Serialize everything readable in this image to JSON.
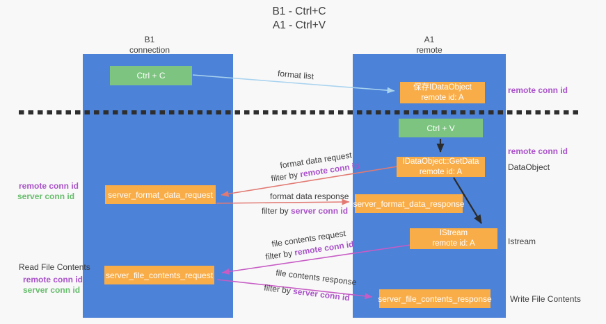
{
  "title": {
    "line1": "B1 - Ctrl+C",
    "line2": "A1 - Ctrl+V"
  },
  "columns": {
    "left": {
      "line1": "B1",
      "line2": "connection"
    },
    "right": {
      "line1": "A1",
      "line2": "remote"
    }
  },
  "nodes": {
    "ctrl_c": {
      "label": "Ctrl + C"
    },
    "ctrl_v": {
      "label": "Ctrl + V"
    },
    "save_dataobject": {
      "line1": "保存IDataObject",
      "line2": "remote id: A"
    },
    "getdata": {
      "line1": "IDataObject::GetData",
      "line2": "remote id: A"
    },
    "istream": {
      "line1": "IStream",
      "line2": "remote id: A"
    },
    "server_format_data_request": {
      "label": "server_format_data_request"
    },
    "server_format_data_response": {
      "label": "server_format_data_response"
    },
    "server_file_contents_request": {
      "label": "server_file_contents_request"
    },
    "server_file_contents_response": {
      "label": "server_file_contents_response"
    }
  },
  "arrow_labels": {
    "format_list": "format list",
    "format_data_request": "format data request",
    "format_data_response": "format data response",
    "file_contents_request": "file contents request",
    "file_contents_response": "file contents response",
    "filter_prefix": "filter by",
    "remote_conn_id": "remote conn id",
    "server_conn_id": "server conn id"
  },
  "side_labels": {
    "remote_conn_id_top_right": "remote conn id",
    "remote_conn_id_mid_right": "remote conn id",
    "dataobject": "DataObject",
    "istream": "Istream",
    "write_file_contents": "Write File Contents",
    "remote_conn_id_left_1": "remote conn id",
    "server_conn_id_left_1": "server conn id",
    "read_file_contents": "Read File Contents",
    "remote_conn_id_left_2": "remote conn id",
    "server_conn_id_left_2": "server conn id"
  },
  "colors": {
    "background": "#f8f8f8",
    "lifeline_blue": "#4c82d8",
    "node_green": "#7cc47f",
    "node_orange": "#f9ad49",
    "arrow_light_blue": "#a9d3ef",
    "arrow_salmon": "#e27a73",
    "arrow_magenta": "#c75cc5",
    "arrow_black": "#2b2b2b",
    "label_purple": "#a952c9",
    "label_green": "#67bd6c"
  }
}
